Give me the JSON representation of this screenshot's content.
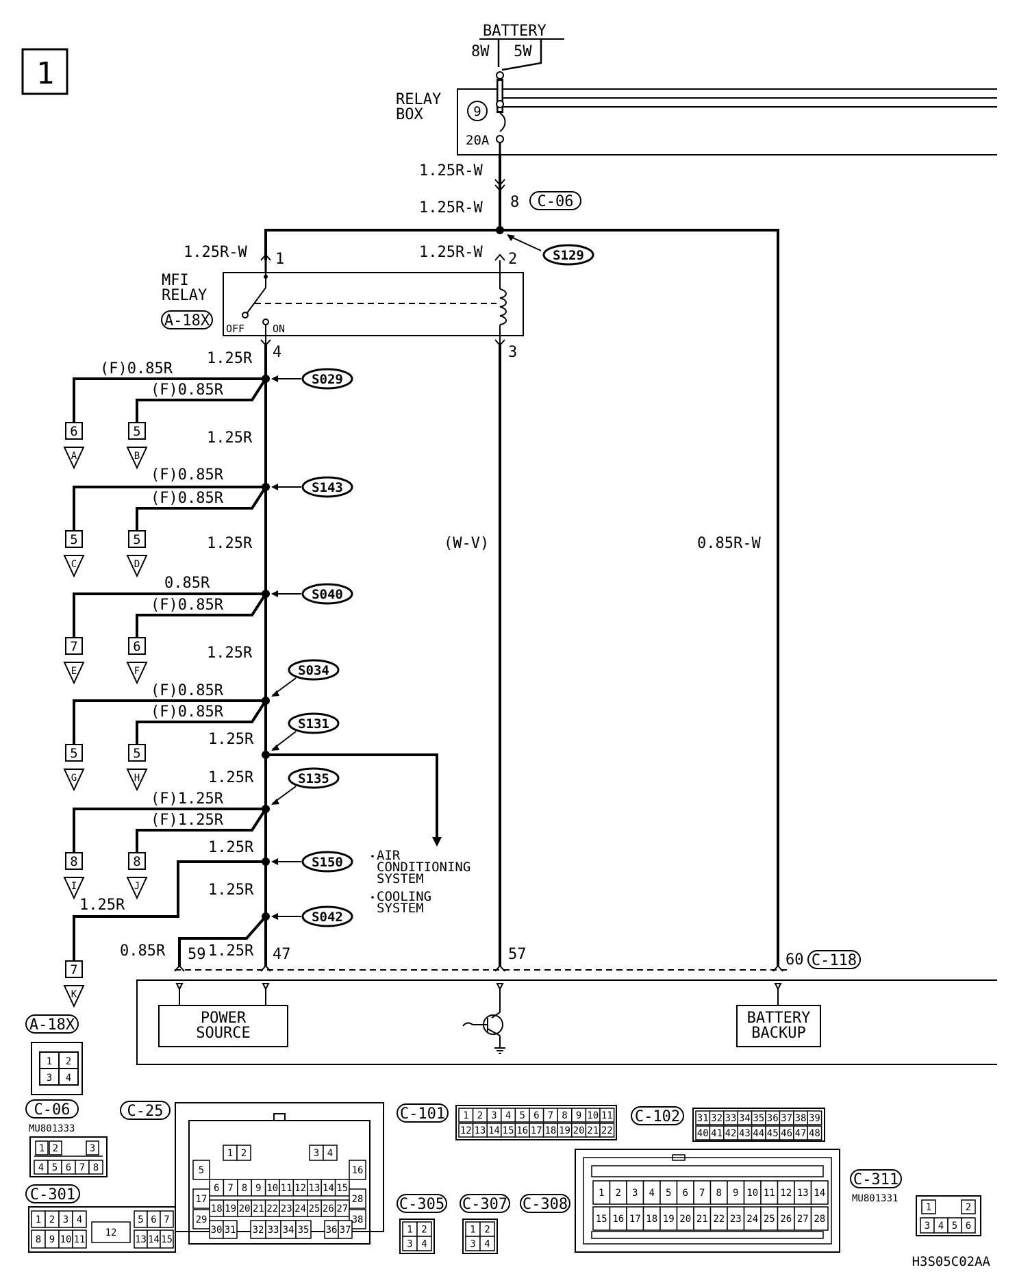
{
  "page_number": "1",
  "battery": {
    "title": "BATTERY",
    "wire_left": "8W",
    "wire_right": "5W"
  },
  "relay_box": {
    "line1": "RELAY",
    "line2": "BOX",
    "fuse_no": "9",
    "fuse_rating": "20A"
  },
  "top_wires": {
    "w1": "1.25R-W",
    "w2": "1.25R-W",
    "c06_pin": "8",
    "c06": "C-06"
  },
  "splices": {
    "s129": "S129",
    "s029": "S029",
    "s143": "S143",
    "s040": "S040",
    "s034": "S034",
    "s131": "S131",
    "s135": "S135",
    "s150": "S150",
    "s042": "S042"
  },
  "mfi_relay": {
    "line1": "MFI",
    "line2": "RELAY",
    "connector": "A-18X",
    "off": "OFF",
    "on": "ON",
    "pin1": "1",
    "pin2": "2",
    "pin3": "3",
    "pin4": "4",
    "wire_pin1": "1.25R-W",
    "wire_pin2": "1.25R-W",
    "wire_pin4": "1.25R"
  },
  "branches": {
    "a_wire": "(F)0.85R",
    "b_wire": "(F)0.85R",
    "seg1": "1.25R",
    "c_wire": "(F)0.85R",
    "d_wire": "(F)0.85R",
    "seg2": "1.25R",
    "e_wire": "0.85R",
    "f_wire": "(F)0.85R",
    "seg3": "1.25R",
    "g_wire": "(F)0.85R",
    "h_wire": "(F)0.85R",
    "seg4": "1.25R",
    "seg5": "1.25R",
    "i_wire": "(F)1.25R",
    "j_wire": "(F)1.25R",
    "seg6": "1.25R",
    "seg7": "1.25R",
    "k_wire": "1.25R",
    "seg8": "1.25R",
    "p59_wire": "0.85R"
  },
  "terminals": [
    {
      "pin": "6",
      "letter": "A"
    },
    {
      "pin": "5",
      "letter": "B"
    },
    {
      "pin": "5",
      "letter": "C"
    },
    {
      "pin": "5",
      "letter": "D"
    },
    {
      "pin": "7",
      "letter": "E"
    },
    {
      "pin": "6",
      "letter": "F"
    },
    {
      "pin": "5",
      "letter": "G"
    },
    {
      "pin": "5",
      "letter": "H"
    },
    {
      "pin": "8",
      "letter": "I"
    },
    {
      "pin": "8",
      "letter": "J"
    },
    {
      "pin": "7",
      "letter": "K"
    }
  ],
  "mid_wires": {
    "wv": "(W-V)",
    "rw": "0.85R-W"
  },
  "notes": {
    "ac1": "AIR",
    "ac2": "CONDITIONING",
    "ac3": "SYSTEM",
    "cool1": "COOLING",
    "cool2": "SYSTEM"
  },
  "ecu": {
    "pin59": "59",
    "pin47": "47",
    "pin57": "57",
    "pin60": "60",
    "connector": "C-118",
    "power1": "POWER",
    "power2": "SOURCE",
    "backup1": "BATTERY",
    "backup2": "BACKUP"
  },
  "connectors": {
    "a18x": {
      "label": "A-18X",
      "pins": [
        "1",
        "2",
        "3",
        "4"
      ]
    },
    "c06": {
      "label": "C-06",
      "part": "MU801333",
      "pins": [
        "1",
        "2",
        "3",
        "4",
        "5",
        "6",
        "7",
        "8"
      ]
    },
    "c25": {
      "label": "C-25",
      "pins": [
        "1",
        "2",
        "3",
        "4",
        "5",
        "6",
        "7",
        "8",
        "9",
        "10",
        "11",
        "12",
        "13",
        "14",
        "15",
        "16",
        "17",
        "18",
        "19",
        "20",
        "21",
        "22",
        "23",
        "24",
        "25",
        "26",
        "27",
        "28",
        "29",
        "30",
        "31",
        "32",
        "33",
        "34",
        "35",
        "36",
        "37",
        "38"
      ]
    },
    "c301": {
      "label": "C-301",
      "pins": [
        "1",
        "2",
        "3",
        "4",
        "5",
        "6",
        "7",
        "8",
        "9",
        "10",
        "11",
        "12",
        "13",
        "14",
        "15"
      ]
    },
    "c101": {
      "label": "C-101",
      "pins": [
        "1",
        "2",
        "3",
        "4",
        "5",
        "6",
        "7",
        "8",
        "9",
        "10",
        "11",
        "12",
        "13",
        "14",
        "15",
        "16",
        "17",
        "18",
        "19",
        "20",
        "21",
        "22"
      ]
    },
    "c102": {
      "label": "C-102",
      "pins": [
        "31",
        "32",
        "33",
        "34",
        "35",
        "36",
        "37",
        "38",
        "39",
        "40",
        "41",
        "42",
        "43",
        "44",
        "45",
        "46",
        "47",
        "48"
      ]
    },
    "c305": {
      "label": "C-305",
      "pins": [
        "1",
        "2",
        "3",
        "4"
      ]
    },
    "c307": {
      "label": "C-307",
      "pins": [
        "1",
        "2",
        "3",
        "4"
      ]
    },
    "c308": {
      "label": "C-308",
      "pins": [
        "1",
        "2",
        "3",
        "4",
        "5",
        "6",
        "7",
        "8",
        "9",
        "10",
        "11",
        "12",
        "13",
        "14",
        "15",
        "16",
        "17",
        "18",
        "19",
        "20",
        "21",
        "22",
        "23",
        "24",
        "25",
        "26",
        "27",
        "28"
      ]
    },
    "c311": {
      "label": "C-311",
      "part": "MU801331",
      "pins": [
        "1",
        "2",
        "3",
        "4",
        "5",
        "6"
      ]
    }
  },
  "drawing_code": "H3S05C02AA"
}
